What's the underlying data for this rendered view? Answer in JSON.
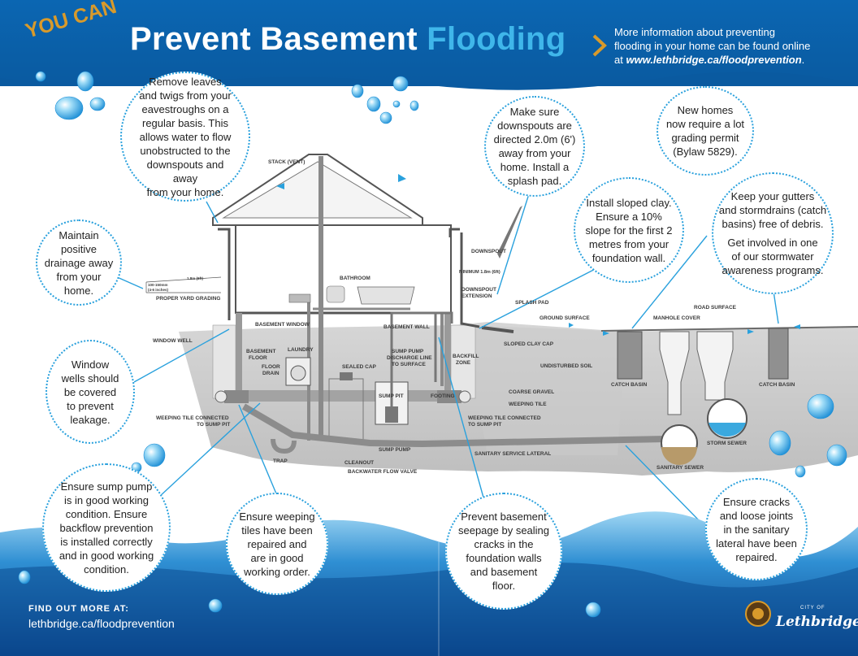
{
  "header": {
    "kicker": "YOU CAN",
    "title_main": "Prevent Basement ",
    "title_accent": "Flooding",
    "info_line1": "More information about preventing",
    "info_line2": "flooding in your home can be found online",
    "info_line3_prefix": "at ",
    "info_link": "www.lethbridge.ca/floodprevention",
    "info_suffix": "."
  },
  "tips": {
    "eavestroughs": [
      "Remove leaves",
      "and twigs from your",
      "eavestroughs on a",
      "regular basis. This",
      "allows water to flow",
      "unobstructed to the",
      "downspouts and away",
      "from your home."
    ],
    "drainage": [
      "Maintain",
      "positive",
      "drainage away",
      "from your",
      "home."
    ],
    "window_wells": [
      "Window",
      "wells should",
      "be covered",
      "to prevent",
      "leakage."
    ],
    "sump_pump": [
      "Ensure sump pump",
      "is in good working",
      "condition. Ensure",
      "backflow prevention",
      "is installed correctly",
      "and in good working",
      "condition."
    ],
    "weeping_tiles": [
      "Ensure weeping",
      "tiles have been",
      "repaired and",
      "are in good",
      "working order."
    ],
    "seepage": [
      "Prevent basement",
      "seepage by sealing",
      "cracks in the",
      "foundation walls",
      "and basement",
      "floor."
    ],
    "downspouts": [
      "Make sure",
      "downspouts are",
      "directed 2.0m (6')",
      "away from your",
      "home. Install a",
      "splash pad."
    ],
    "lot_grading": [
      "New homes",
      "now require a lot",
      "grading permit",
      "(Bylaw 5829)."
    ],
    "clay": [
      "Install sloped clay.",
      "Ensure a 10%",
      "slope for the first 2",
      "metres from your",
      "foundation wall."
    ],
    "gutters": [
      "Keep your gutters",
      "and stormdrains (catch",
      "basins) free of debris.",
      "",
      "Get involved in one",
      "of our stormwater",
      "awareness programs."
    ],
    "lateral": [
      "Ensure cracks",
      "and loose joints",
      "in the sanitary",
      "lateral have been",
      "repaired."
    ]
  },
  "labels": {
    "stack_vent": "STACK (VENT)",
    "downspout": "DOWNSPOUT",
    "minimum": "MINIMUM 1.8m (6ft)",
    "downspout_ext1": "DOWNSPOUT",
    "downspout_ext2": "EXTENSION",
    "splash_pad": "SPLASH PAD",
    "ground_surface": "GROUND SURFACE",
    "manhole_cover": "MANHOLE COVER",
    "road_surface": "ROAD SURFACE",
    "grading_dim1": "100-150mm",
    "grading_dim2": "(4-6 inches)",
    "grading_len": "1.8m (6ft)",
    "proper_yard_grading": "PROPER YARD GRADING",
    "bathroom": "BATHROOM",
    "basement_window": "BASEMENT WINDOW",
    "basement_wall": "BASEMENT WALL",
    "window_well": "WINDOW WELL",
    "sloped_clay_cap": "SLOPED CLAY CAP",
    "undisturbed_soil": "UNDISTURBED SOIL",
    "basement_floor1": "BASEMENT",
    "basement_floor2": "FLOOR",
    "floor_drain1": "FLOOR",
    "floor_drain2": "DRAIN",
    "laundry": "LAUNDRY",
    "sealed_cap": "SEALED CAP",
    "sump_discharge1": "SUMP PUMP",
    "sump_discharge2": "DISCHARGE LINE",
    "sump_discharge3": "TO SURFACE",
    "backfill1": "BACKFILL",
    "backfill2": "ZONE",
    "catch_basin_left": "CATCH BASIN",
    "catch_basin_right": "CATCH BASIN",
    "coarse_gravel": "COARSE GRAVEL",
    "weeping_tile": "WEEPING TILE",
    "footing": "FOOTING",
    "sump_pit_left": "SUMP PIT",
    "wt_connected_left1": "WEEPING TILE CONNECTED",
    "wt_connected_left2": "TO SUMP PIT",
    "wt_connected_right1": "WEEPING TILE CONNECTED",
    "wt_connected_right2": "TO SUMP PIT",
    "sump_pump": "SUMP PUMP",
    "trap": "TRAP",
    "cleanout": "CLEANOUT",
    "backwater_valve": "BACKWATER FLOW VALVE",
    "sanitary_lateral": "SANITARY SERVICE LATERAL",
    "storm_sewer": "STORM SEWER",
    "sanitary_sewer": "SANITARY SEWER"
  },
  "footer": {
    "find_out_label": "FIND OUT MORE AT:",
    "link": "lethbridge.ca/floodprevention",
    "logo_city_of": "CITY OF",
    "logo_name": "Lethbridge"
  },
  "colors": {
    "header_blue": "#0d5fa6",
    "accent_blue": "#3fb6ea",
    "kicker_gold": "#d89a2b",
    "tip_border": "#2aa1dd"
  }
}
